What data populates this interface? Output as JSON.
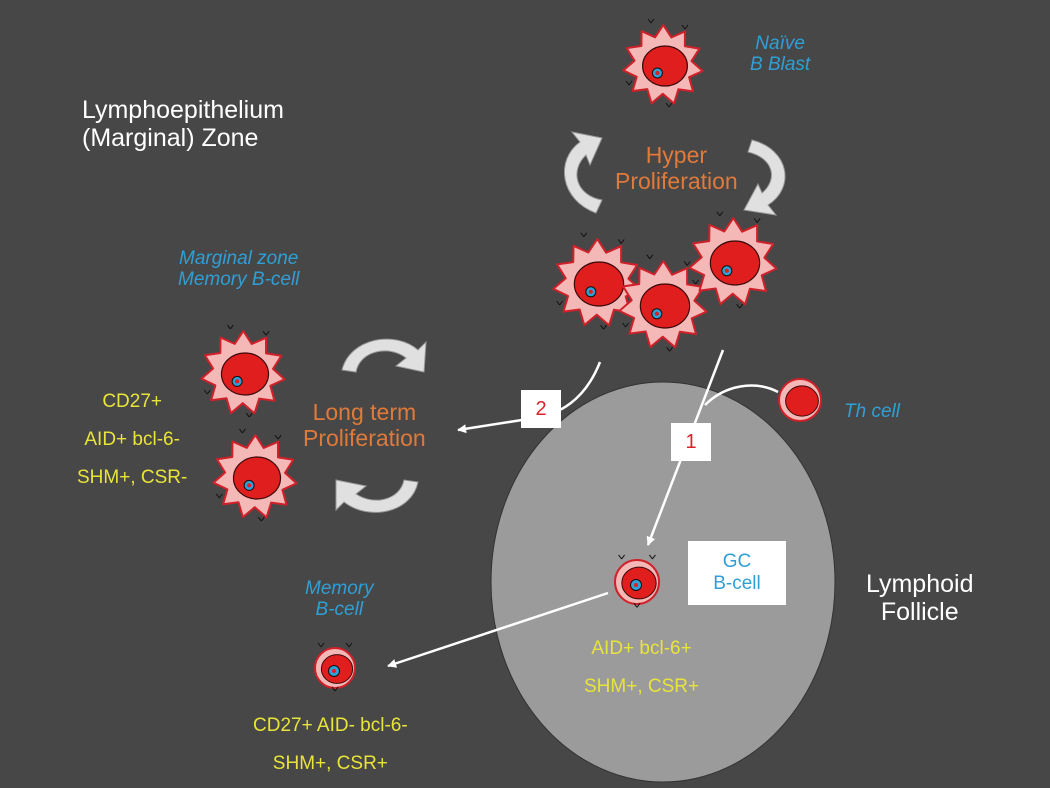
{
  "colors": {
    "background": "#474747",
    "follicle": "#9b9b9b",
    "cell_membrane": "#f4b8b6",
    "cell_nucleus": "#e01e1e",
    "cell_outline": "#d0202a",
    "nucleolus": "#2f9fd6",
    "arrow": "#ffffff",
    "cycle_arrow": "#e0e0e0",
    "zone_text": "#ffffff",
    "process_text": "#e07a3a",
    "cell_name_text": "#2f9fd6",
    "marker_text": "#e8e43a",
    "box_number_text": "#e0202a"
  },
  "zones": {
    "marginal": {
      "line1": "Lymphoepithelium",
      "line2": "(Marginal) Zone"
    },
    "follicle": {
      "line1": "Lymphoid",
      "line2": "Follicle"
    }
  },
  "processes": {
    "hyper": {
      "line1": "Hyper",
      "line2": "Proliferation"
    },
    "long_term": {
      "line1": "Long term",
      "line2": "Proliferation"
    }
  },
  "cells": {
    "naive": {
      "line1": "Naïve",
      "line2": "B Blast"
    },
    "marginal_memory": {
      "line1": "Marginal zone",
      "line2": "Memory B-cell"
    },
    "th": {
      "label": "Th cell"
    },
    "memory": {
      "line1": "Memory",
      "line2": "B-cell"
    },
    "gc": {
      "line1": "GC",
      "line2": "B-cell"
    }
  },
  "markers": {
    "marginal": {
      "line1": "CD27+",
      "line2": "AID+ bcl-6-",
      "line3": "SHM+, CSR-"
    },
    "gc": {
      "line1": "AID+ bcl-6+",
      "line2": "SHM+, CSR+"
    },
    "memory": {
      "line1": "CD27+ AID- bcl-6-",
      "line2": "SHM+, CSR+"
    }
  },
  "pathways": {
    "path1": {
      "label": "1"
    },
    "path2": {
      "label": "2"
    }
  }
}
